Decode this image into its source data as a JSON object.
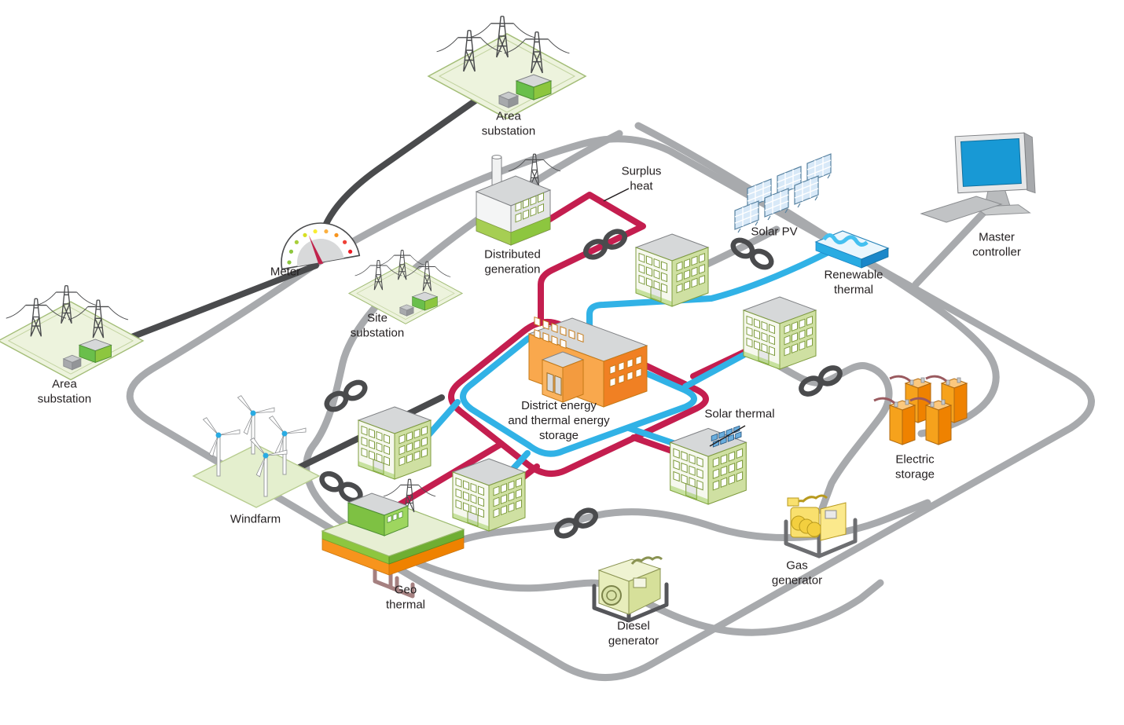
{
  "diagram": {
    "type": "isometric-network-illustration",
    "subject": "microgrid / district energy system",
    "colors": {
      "electric_network_line": "#a8aaad",
      "utility_feed_line": "#4a4b4d",
      "heat_network_line": "#c41e4f",
      "thermal_network_line": "#31b2e6",
      "label_text": "#231f20",
      "building_green": "#8dc63f",
      "building_orange": "#f9a84d",
      "screen_blue": "#1899d5"
    },
    "labels": {
      "area_substation_top": "Area\nsubstation",
      "area_substation_left": "Area\nsubstation",
      "meter": "Meter",
      "site_substation": "Site\nsubstation",
      "distributed_generation": "Distributed\ngeneration",
      "surplus_heat": "Surplus\nheat",
      "solar_pv": "Solar PV",
      "renewable_thermal": "Renewable\nthermal",
      "master_controller": "Master\ncontroller",
      "district_energy": "District energy\nand thermal energy\nstorage",
      "solar_thermal": "Solar thermal",
      "electric_storage": "Electric\nstorage",
      "windfarm": "Windfarm",
      "geo_thermal": "Geo\nthermal",
      "diesel_generator": "Diesel\ngenerator",
      "gas_generator": "Gas\ngenerator"
    },
    "icons": [
      "area-substation-icon",
      "area-substation-icon",
      "meter-gauge-icon",
      "site-substation-icon",
      "distributed-generation-factory-icon",
      "solar-pv-array-icon",
      "renewable-thermal-icon",
      "master-controller-icon",
      "district-energy-storage-building-icon",
      "apartment-building-icon",
      "apartment-building-icon",
      "apartment-building-icon",
      "apartment-building-icon",
      "solar-thermal-building-icon",
      "electric-storage-batteries-icon",
      "gas-generator-icon",
      "diesel-generator-icon",
      "windfarm-icon",
      "geo-thermal-icon",
      "chain-link-connector-icon"
    ]
  }
}
